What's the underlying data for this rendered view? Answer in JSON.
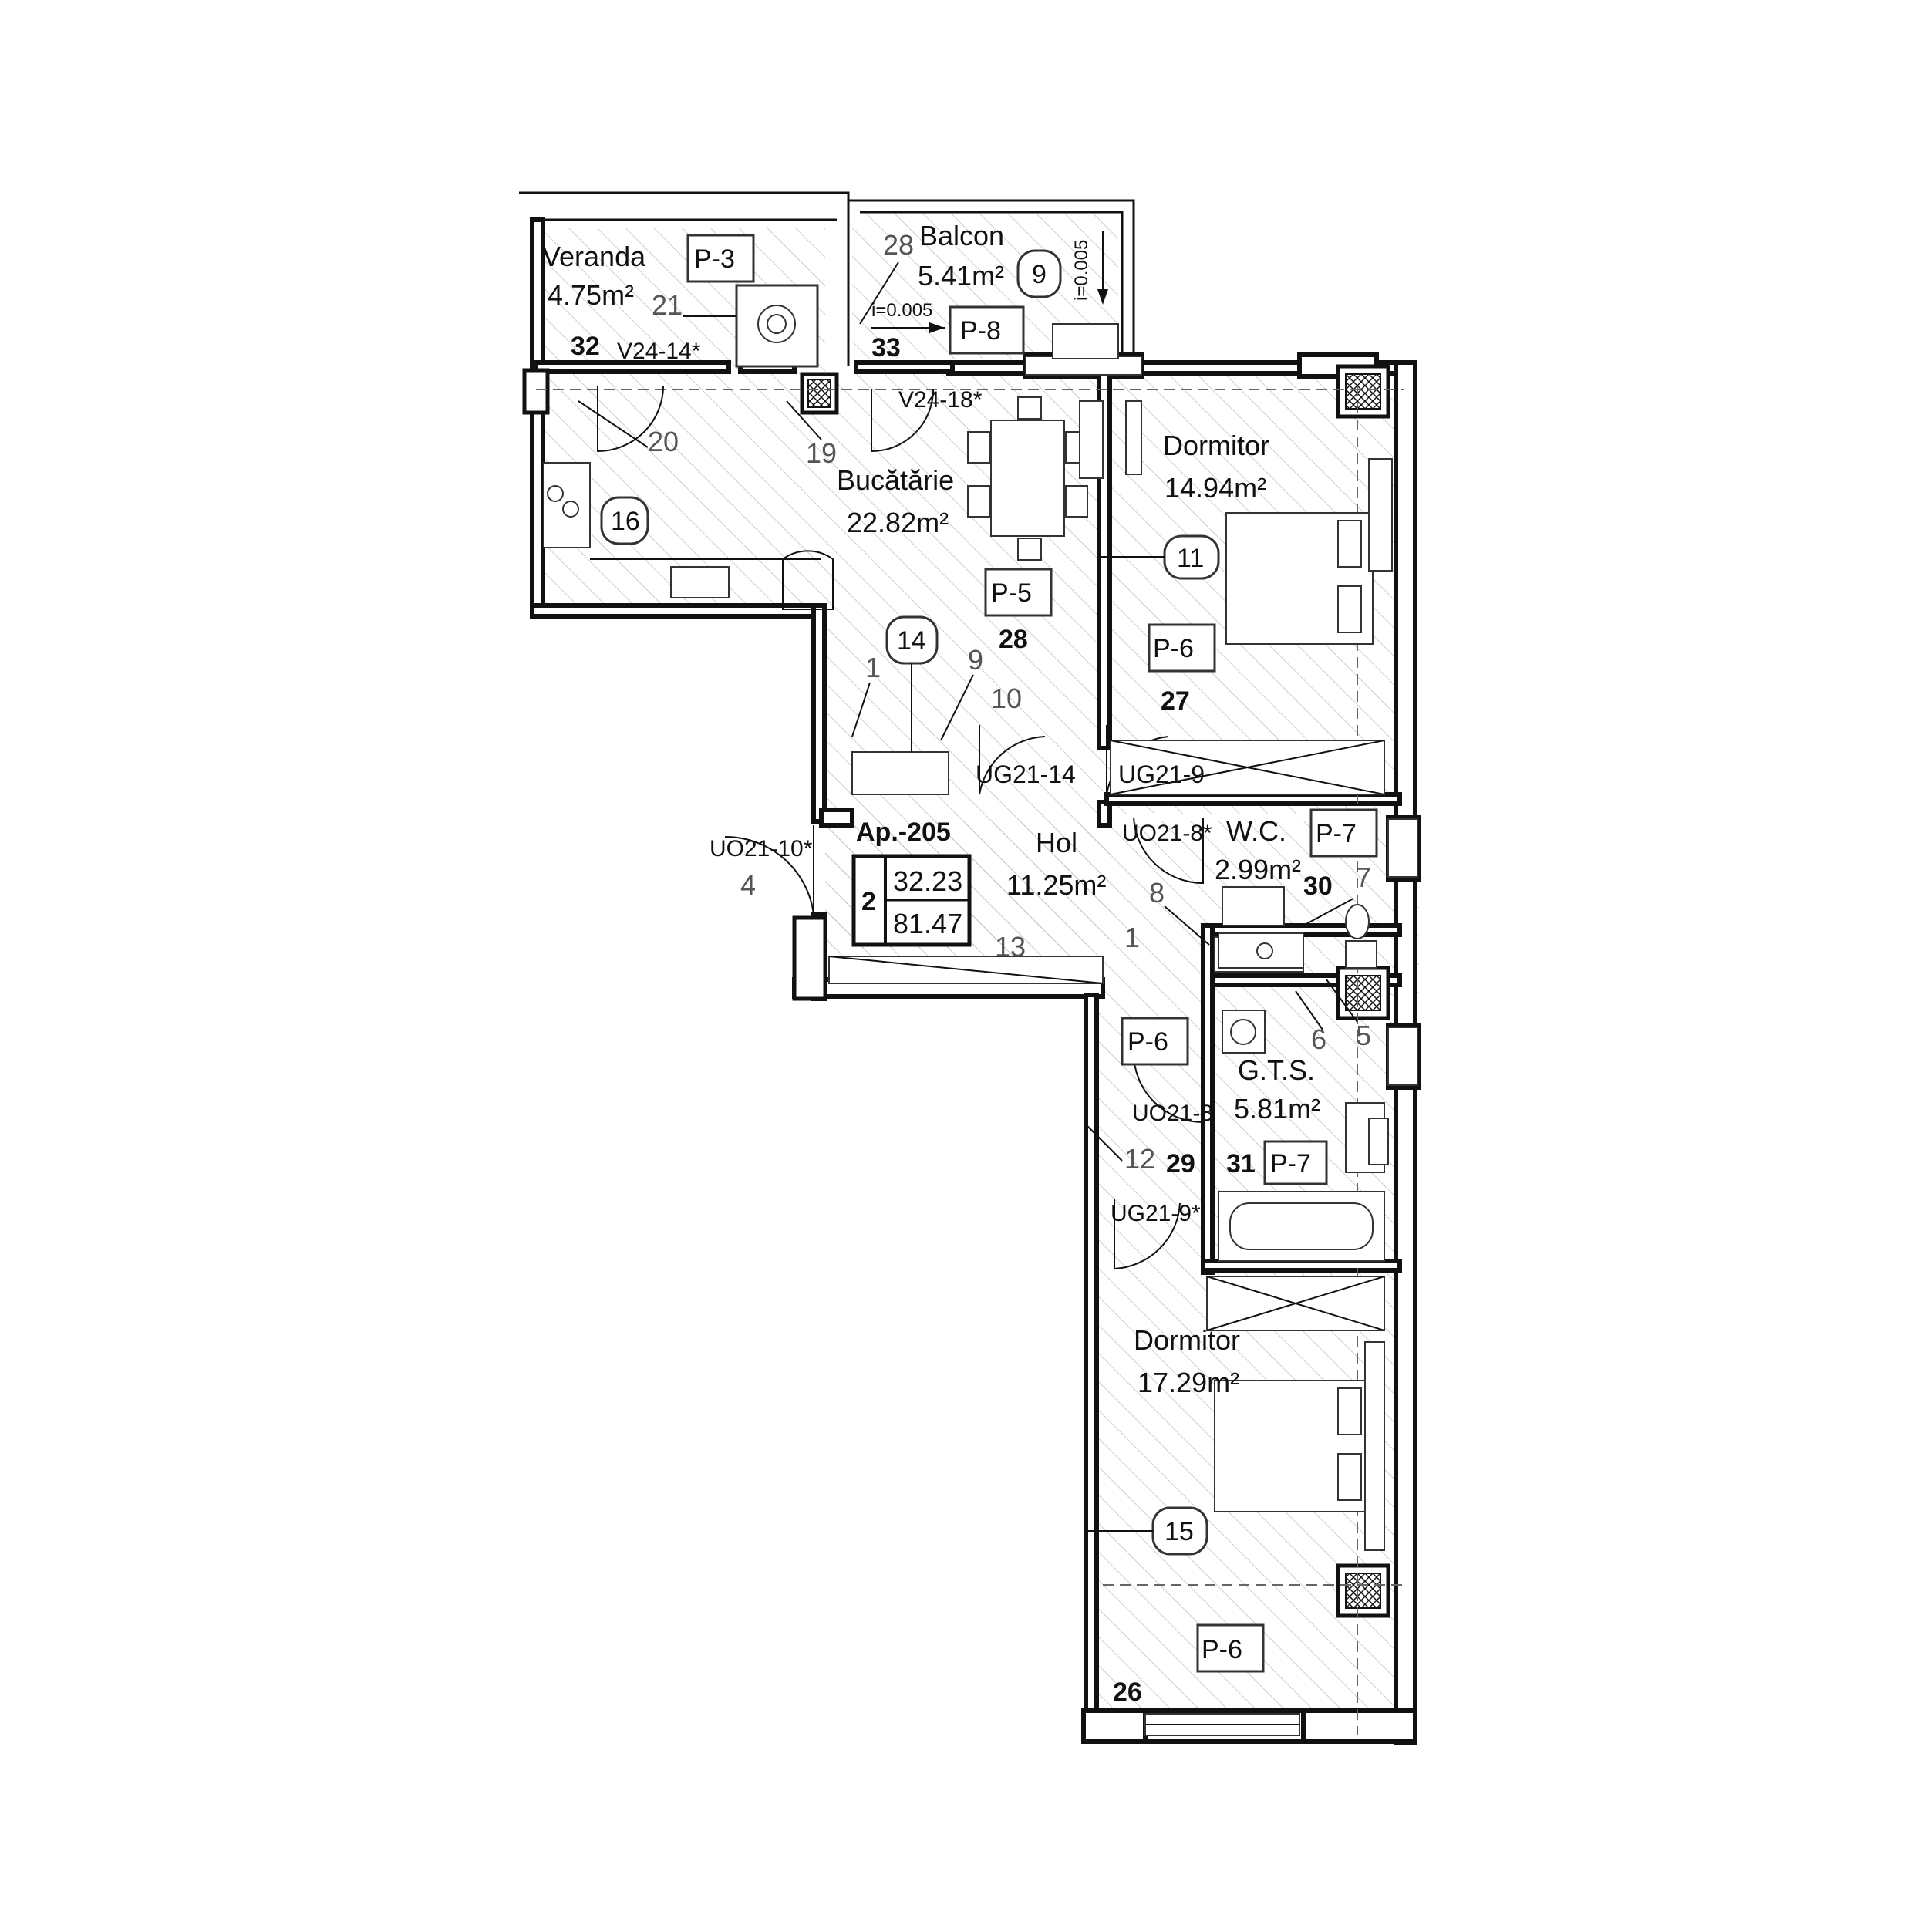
{
  "plan": {
    "apartment": {
      "code": "Ap.-205",
      "rooms": "2",
      "area_1": "32.23",
      "area_2": "81.47"
    },
    "rooms": [
      {
        "id": "veranda",
        "name": "Veranda",
        "area": "4.75m²"
      },
      {
        "id": "balcon",
        "name": "Balcon",
        "area": "5.41m²"
      },
      {
        "id": "bucatarie",
        "name": "Bucătărie",
        "area": "22.82m²"
      },
      {
        "id": "dormitor1",
        "name": "Dormitor",
        "area": "14.94m²"
      },
      {
        "id": "hol",
        "name": "Hol",
        "area": "11.25m²"
      },
      {
        "id": "wc",
        "name": "W.C.",
        "area": "2.99m²"
      },
      {
        "id": "gts",
        "name": "G.T.S.",
        "area": "5.81m²"
      },
      {
        "id": "dormitor2",
        "name": "Dormitor",
        "area": "17.29m²"
      }
    ],
    "finish_tags": [
      "P-3",
      "P-8",
      "P-5",
      "P-6",
      "P-7",
      "P-6",
      "P-7",
      "P-6"
    ],
    "circle_tags": [
      "9",
      "16",
      "11",
      "14",
      "15"
    ],
    "space_numbers": [
      "32",
      "33",
      "28",
      "27",
      "30",
      "29",
      "31",
      "26"
    ],
    "door_window_codes": [
      "V24-14*",
      "V24-18*",
      "UG21-14",
      "UG21-9",
      "UO21-10*",
      "UO21-8*",
      "UO21-8",
      "UG21-9*"
    ],
    "slope_marks": [
      "i=0.005",
      "i=0.005"
    ],
    "callouts": [
      "21",
      "28",
      "20",
      "19",
      "1",
      "9",
      "10",
      "4",
      "8",
      "1",
      "13",
      "7",
      "6",
      "5",
      "12"
    ]
  }
}
